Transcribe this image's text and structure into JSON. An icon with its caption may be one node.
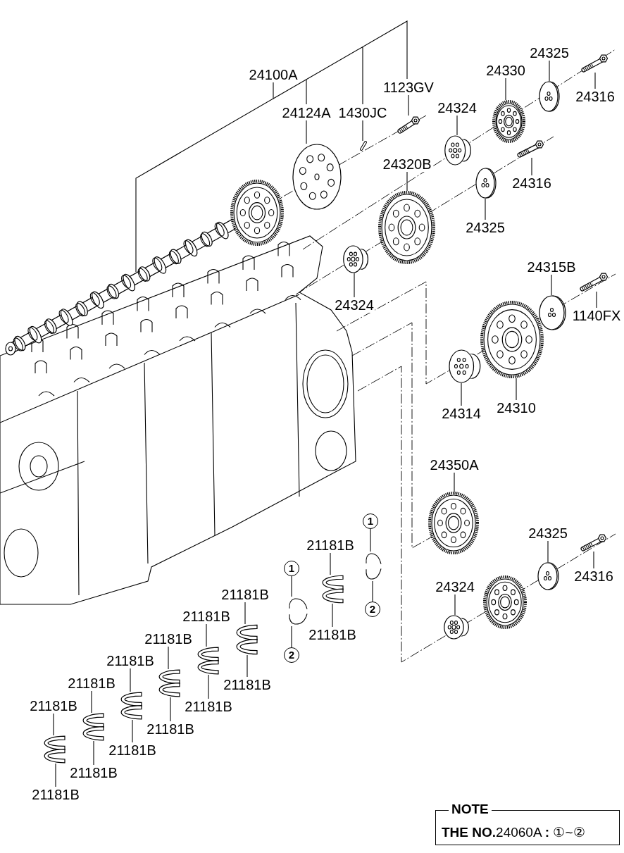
{
  "diagram": {
    "nodes": [
      {
        "text": [
          "24100A"
        ]
      },
      {
        "text": [],
        "shape": "picture"
      },
      {
        "text": [
          "24124A"
        ]
      },
      {
        "text": [],
        "shape": "picture"
      },
      {
        "text": [
          "1430JC"
        ]
      },
      {
        "text": [],
        "shape": "picture"
      },
      {
        "text": [
          "1123GV"
        ]
      },
      {
        "text": [],
        "shape": "picture"
      },
      {
        "text": [
          "24330"
        ]
      },
      {
        "text": [],
        "shape": "picture"
      },
      {
        "text": [
          "24325"
        ]
      },
      {
        "text": [],
        "shape": "picture"
      },
      {
        "text": [
          "24316"
        ]
      },
      {
        "text": [],
        "shape": "picture"
      },
      {
        "text": [
          "24324"
        ]
      },
      {
        "text": [],
        "shape": "picture"
      },
      {
        "text": [
          "24320B"
        ]
      },
      {
        "text": [],
        "shape": "picture"
      },
      {
        "text": [
          "24316"
        ]
      },
      {
        "text": [],
        "shape": "picture"
      },
      {
        "text": [
          "24325"
        ]
      },
      {
        "text": [],
        "shape": "picture"
      },
      {
        "text": [
          "24324"
        ]
      },
      {
        "text": [],
        "shape": "picture"
      },
      {
        "text": [
          "24315B"
        ]
      },
      {
        "text": [],
        "shape": "picture"
      },
      {
        "text": [
          "1140FX"
        ]
      },
      {
        "text": [],
        "shape": "picture"
      },
      {
        "text": [
          "24314"
        ]
      },
      {
        "text": [],
        "shape": "picture"
      },
      {
        "text": [
          "24310"
        ]
      },
      {
        "text": [],
        "shape": "picture"
      },
      {
        "text": [
          "24350A"
        ]
      },
      {
        "text": [],
        "shape": "picture"
      },
      {
        "text": [
          "24325"
        ]
      },
      {
        "text": [],
        "shape": "picture"
      },
      {
        "text": [
          "24316"
        ]
      },
      {
        "text": [],
        "shape": "picture"
      },
      {
        "text": [
          "24324"
        ]
      },
      {
        "text": [],
        "shape": "picture"
      },
      {
        "text": [
          "1"
        ]
      },
      {
        "text": [],
        "shape": "picture"
      },
      {
        "text": [
          "2"
        ]
      },
      {
        "text": [
          "21181B"
        ]
      },
      {
        "text": [],
        "shape": "picture"
      },
      {
        "text": [
          "21181B"
        ]
      },
      {
        "text": [
          "1"
        ]
      },
      {
        "text": [],
        "shape": "picture"
      },
      {
        "text": [
          "2"
        ]
      },
      {
        "text": [
          "21181B"
        ]
      },
      {
        "text": [],
        "shape": "picture"
      },
      {
        "text": [
          "21181B"
        ]
      },
      {
        "text": [
          "21181B"
        ]
      },
      {
        "text": [],
        "shape": "picture"
      },
      {
        "text": [
          "21181B"
        ]
      },
      {
        "text": [
          "21181B"
        ]
      },
      {
        "text": [],
        "shape": "picture"
      },
      {
        "text": [
          "21181B"
        ]
      },
      {
        "text": [
          "21181B"
        ]
      },
      {
        "text": [],
        "shape": "picture"
      },
      {
        "text": [
          "21181B"
        ]
      },
      {
        "text": [
          "21181B"
        ]
      },
      {
        "text": [],
        "shape": "picture"
      },
      {
        "text": [
          "21181B"
        ]
      },
      {
        "text": [
          "21181B"
        ]
      },
      {
        "text": [],
        "shape": "picture"
      },
      {
        "text": [
          "21181B"
        ]
      },
      {
        "text": [
          "NOTE",
          "**THE NO.**24060A **:** ①~②"
        ]
      }
    ],
    "edges": [
      {
        "from": 0,
        "to": 1,
        "arrow": "none"
      },
      {
        "from": 2,
        "to": 3,
        "arrow": "none"
      },
      {
        "from": 4,
        "to": 5,
        "arrow": "none"
      },
      {
        "from": 6,
        "to": 7,
        "arrow": "none"
      },
      {
        "from": 8,
        "to": 9,
        "arrow": "none"
      },
      {
        "from": 10,
        "to": 11,
        "arrow": "none"
      },
      {
        "from": 12,
        "to": 13,
        "arrow": "none"
      },
      {
        "from": 14,
        "to": 15,
        "arrow": "none"
      },
      {
        "from": 16,
        "to": 17,
        "arrow": "none"
      },
      {
        "from": 18,
        "to": 19,
        "arrow": "none"
      },
      {
        "from": 20,
        "to": 21,
        "arrow": "none"
      },
      {
        "from": 22,
        "to": 23,
        "arrow": "none"
      },
      {
        "from": 24,
        "to": 25,
        "arrow": "none"
      },
      {
        "from": 26,
        "to": 27,
        "arrow": "none"
      },
      {
        "from": 28,
        "to": 29,
        "arrow": "none"
      },
      {
        "from": 30,
        "to": 31,
        "arrow": "none"
      },
      {
        "from": 32,
        "to": 33,
        "arrow": "none"
      },
      {
        "from": 34,
        "to": 35,
        "arrow": "none"
      },
      {
        "from": 36,
        "to": 37,
        "arrow": "none"
      },
      {
        "from": 38,
        "to": 39,
        "arrow": "none"
      },
      {
        "from": 40,
        "to": 41,
        "arrow": "none"
      },
      {
        "from": 42,
        "to": 41,
        "arrow": "none"
      },
      {
        "from": 43,
        "to": 44,
        "arrow": "none"
      },
      {
        "from": 45,
        "to": 44,
        "arrow": "none"
      },
      {
        "from": 46,
        "to": 47,
        "arrow": "none"
      },
      {
        "from": 48,
        "to": 47,
        "arrow": "none"
      },
      {
        "from": 49,
        "to": 50,
        "arrow": "none"
      },
      {
        "from": 51,
        "to": 50,
        "arrow": "none"
      },
      {
        "from": 52,
        "to": 53,
        "arrow": "none"
      },
      {
        "from": 54,
        "to": 53,
        "arrow": "none"
      },
      {
        "from": 55,
        "to": 56,
        "arrow": "none"
      },
      {
        "from": 57,
        "to": 56,
        "arrow": "none"
      },
      {
        "from": 58,
        "to": 59,
        "arrow": "none"
      },
      {
        "from": 60,
        "to": 59,
        "arrow": "none"
      },
      {
        "from": 61,
        "to": 62,
        "arrow": "none"
      },
      {
        "from": 63,
        "to": 62,
        "arrow": "none"
      },
      {
        "from": 64,
        "to": 65,
        "arrow": "none"
      },
      {
        "from": 66,
        "to": 65,
        "arrow": "none"
      }
    ]
  }
}
